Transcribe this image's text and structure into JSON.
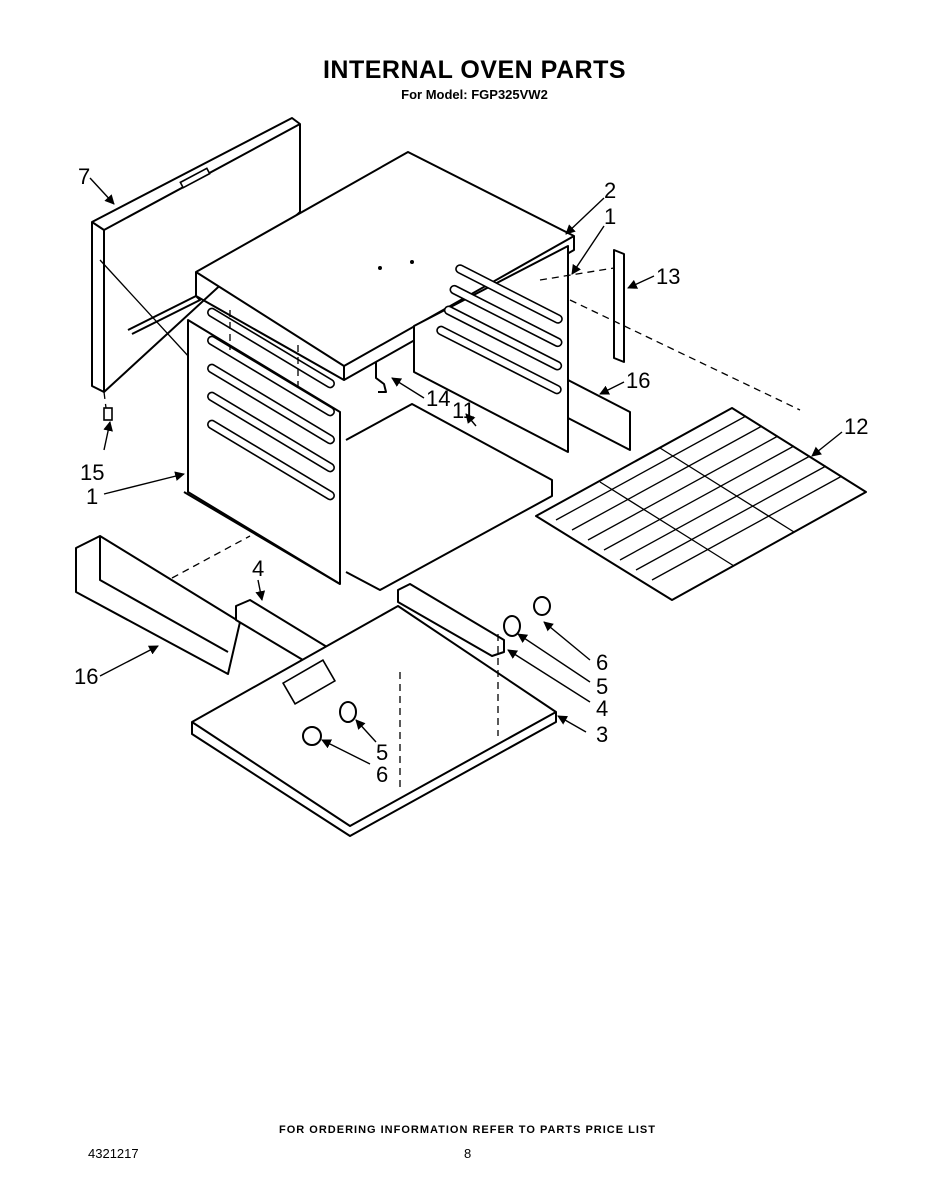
{
  "header": {
    "title": "INTERNAL OVEN PARTS",
    "subtitle": "For Model: FGP325VW2"
  },
  "footer": {
    "note": "FOR ORDERING INFORMATION REFER TO PARTS PRICE LIST",
    "doc_number": "4321217",
    "page_number": "8"
  },
  "callouts": {
    "c1_right": "1",
    "c1_left": "1",
    "c2": "2",
    "c3": "3",
    "c4_top": "4",
    "c4_right": "4",
    "c5_right": "5",
    "c5_left": "5",
    "c6_right": "6",
    "c6_left": "6",
    "c7": "7",
    "c11": "11",
    "c12": "12",
    "c13": "13",
    "c14": "14",
    "c15": "15",
    "c16_right": "16",
    "c16_left": "16"
  }
}
